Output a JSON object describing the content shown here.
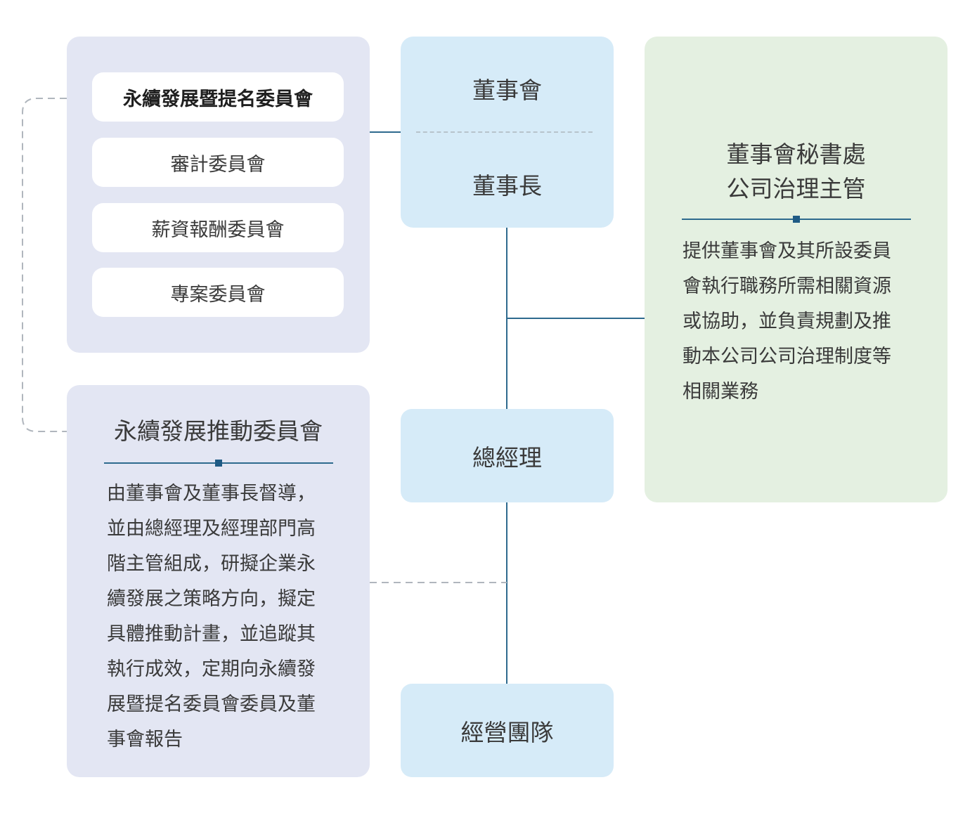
{
  "committees": {
    "items": [
      {
        "label": "永續發展暨提名委員會"
      },
      {
        "label": "審計委員會"
      },
      {
        "label": "薪資報酬委員會"
      },
      {
        "label": "專案委員會"
      }
    ]
  },
  "board": {
    "board_label": "董事會",
    "chair_label": "董事長"
  },
  "secretariat": {
    "title_line1": "董事會秘書處",
    "title_line2": "公司治理主管",
    "description_lines": [
      "提供董事會及其所設委員",
      "會執行職務所需相關資源",
      "或協助，並負責規劃及推",
      "動本公司公司治理制度等",
      "相關業務"
    ]
  },
  "president": {
    "label": "總經理"
  },
  "management_team": {
    "label": "經營團隊"
  },
  "sustainability_committee": {
    "title": "永續發展推動委員會",
    "description_lines": [
      "由董事會及董事長督導，",
      "並由總經理及經理部門高",
      "階主管組成，研擬企業永",
      "續發展之策略方向，擬定",
      "具體推動計畫，並追蹤其",
      "執行成效，定期向永續發",
      "展暨提名委員會委員及董",
      "事會報告"
    ]
  },
  "colors": {
    "committee_panel_bg": "#e3e6f3",
    "executive_box_bg": "#d6ebf8",
    "secretariat_panel_bg": "#e4f0e1",
    "solid_line": "#2e6a8e",
    "dashed_line": "#b0b6bd"
  }
}
